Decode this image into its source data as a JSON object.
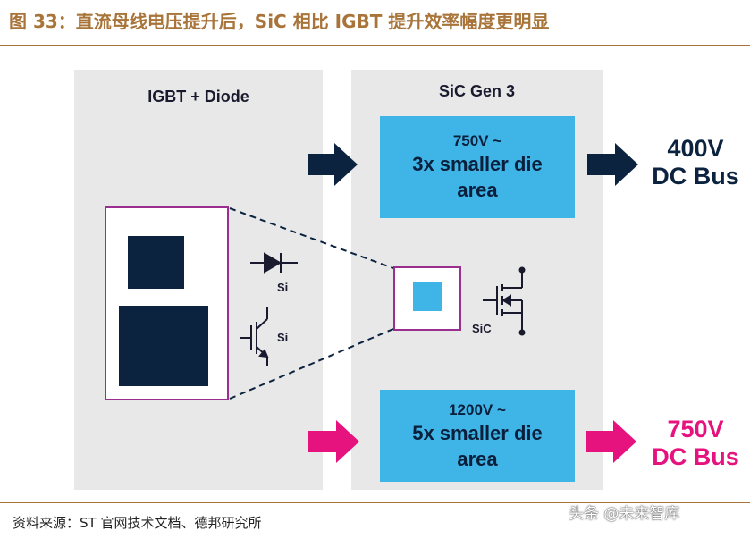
{
  "header": {
    "title": "图 33：直流母线电压提升后，SiC 相比 IGBT 提升效率幅度更明显"
  },
  "left_panel": {
    "title": "IGBT + Diode",
    "diode_label": "Si",
    "igbt_label": "Si"
  },
  "right_panel": {
    "title": "SiC Gen 3",
    "mosfet_label": "SiC",
    "box_top": {
      "voltage": "750V ~",
      "line1": "3x smaller die",
      "line2": "area"
    },
    "box_bottom": {
      "voltage": "1200V ~",
      "line1": "5x smaller die",
      "line2": "area"
    }
  },
  "outputs": {
    "top": {
      "line1": "400V",
      "line2": "DC Bus",
      "color": "#0c2340"
    },
    "bottom": {
      "line1": "750V",
      "line2": "DC Bus",
      "color": "#e6137f"
    }
  },
  "colors": {
    "accent": "#a8743a",
    "navy": "#0c2340",
    "magenta": "#e6137f",
    "cyan": "#3fb4e6",
    "purple": "#9b2f8f"
  },
  "footer": {
    "source": "资料来源：ST 官网技术文档、德邦研究所",
    "watermark": "头条 @未来智库"
  }
}
